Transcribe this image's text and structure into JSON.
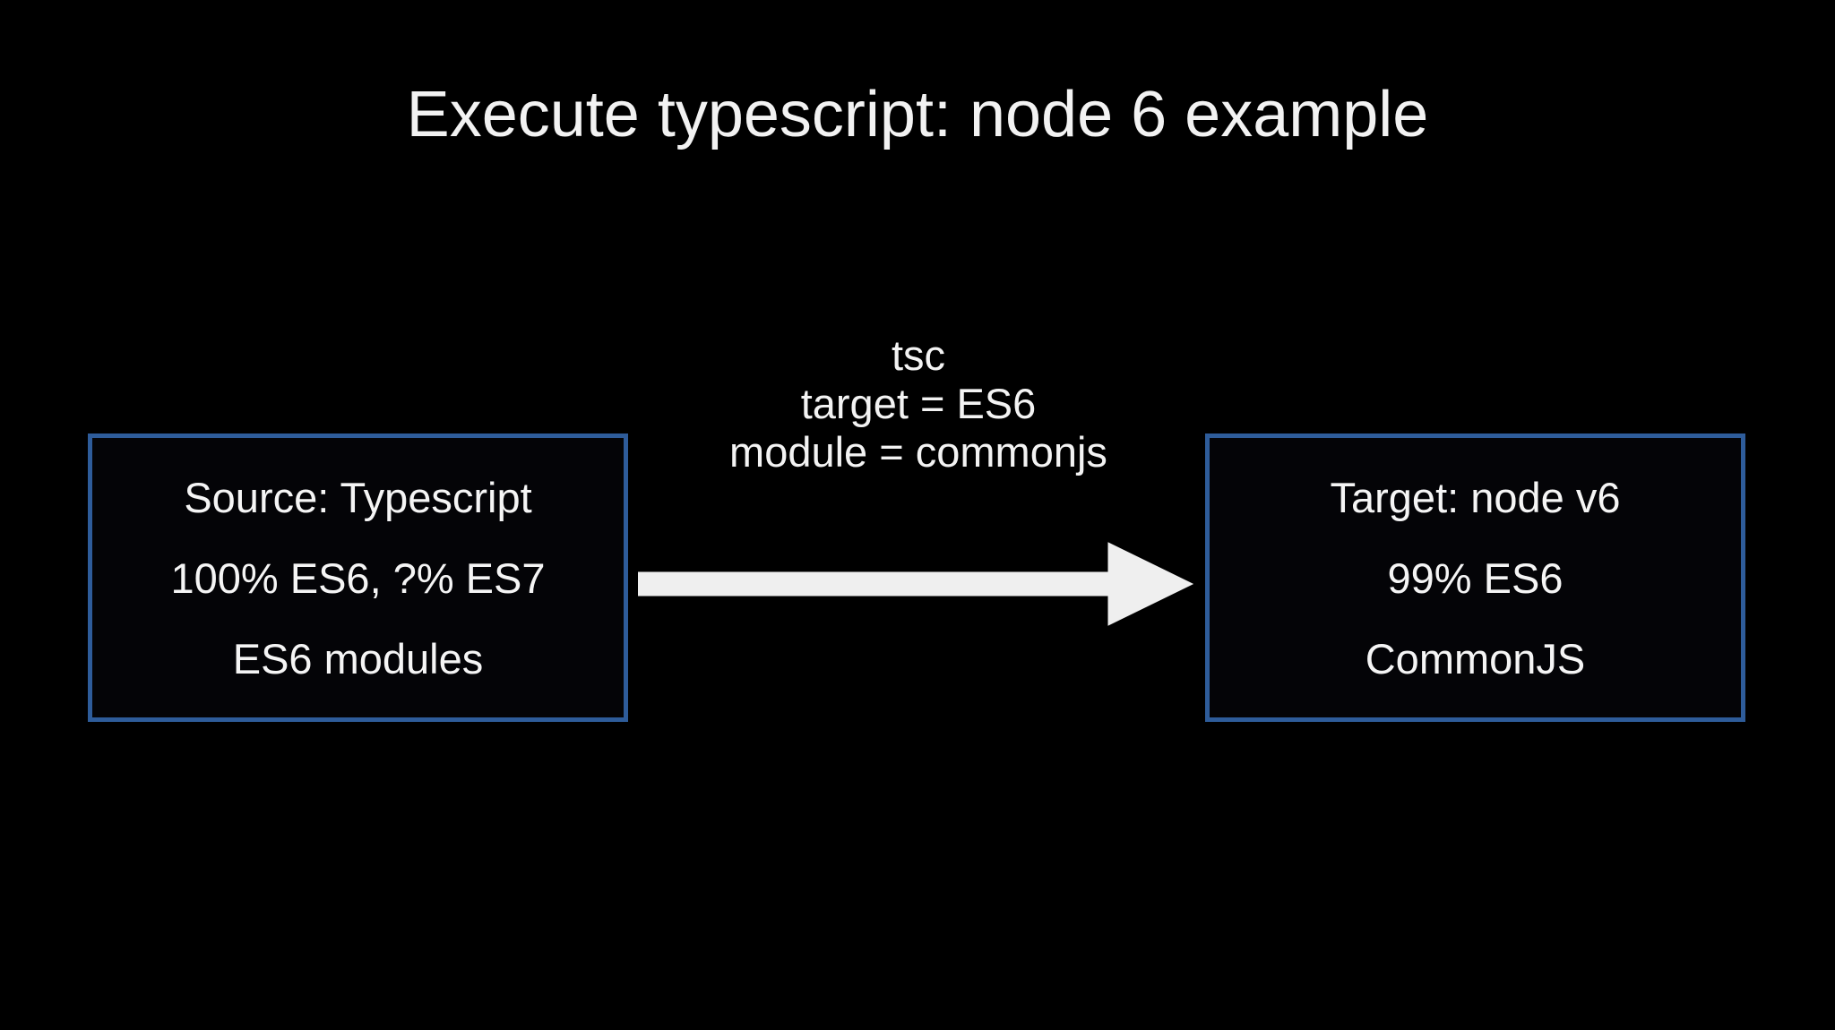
{
  "slide": {
    "title": "Execute typescript: node 6 example",
    "background_color": "#000000",
    "text_color": "#f5f5f5"
  },
  "colors": {
    "background": "#000000",
    "box_border": "#2e5c9a",
    "box_fill": "#040407",
    "arrow_fill": "#efefef",
    "text": "#f5f5f5",
    "title": "#f2f2f2"
  },
  "diagram": {
    "type": "flow",
    "source_node": {
      "name": "source-box",
      "lines": [
        "Source: Typescript",
        "100% ES6, ?% ES7",
        "ES6 modules"
      ]
    },
    "target_node": {
      "name": "target-box",
      "lines": [
        "Target: node v6",
        "99% ES6",
        "CommonJS"
      ]
    },
    "edge": {
      "name": "transform-arrow",
      "direction": "left-to-right",
      "label_lines": [
        "tsc",
        "target = ES6",
        "module = commonjs"
      ]
    }
  }
}
